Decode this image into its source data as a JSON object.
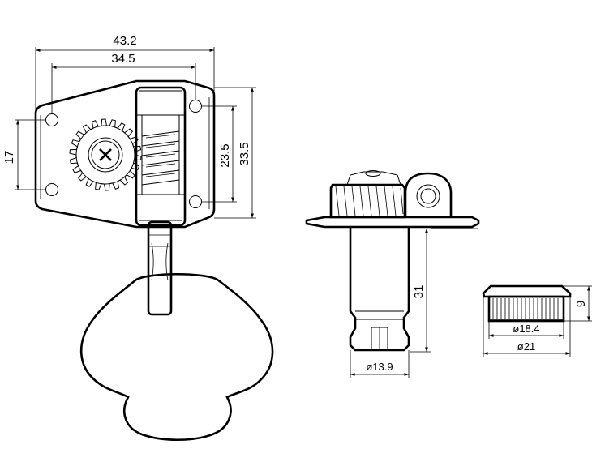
{
  "dimensions": {
    "overall_width": "43.2",
    "hole_spacing_width": "34.5",
    "left_hole_spacing": "17",
    "right_hole_spacing": "23.5",
    "overall_height": "33.5",
    "post_length": "31",
    "post_diameter": "ø13.9",
    "bushing_height": "9",
    "bushing_inner_diameter": "ø18.4",
    "bushing_outer_diameter": "ø21"
  }
}
